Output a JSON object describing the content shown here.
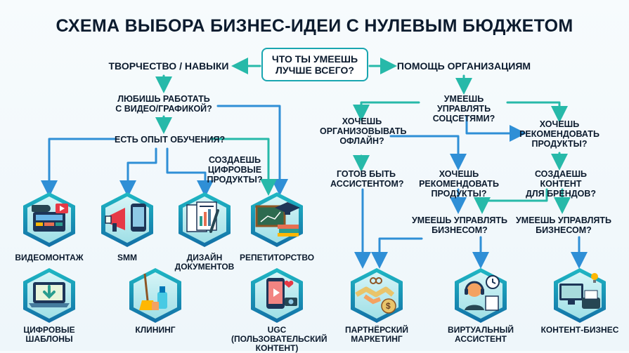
{
  "title": "СХЕМА ВЫБОРА БИЗНЕС-ИДЕИ С НУЛЕВЫМ БЮДЖЕТОМ",
  "center_question": "ЧТО ТЫ УМЕЕШЬ\nЛУЧШЕ ВСЕГО?",
  "left_branch": "ТВОРЧЕСТВО / НАВЫКИ",
  "right_branch": "ПОМОЩЬ ОРГАНИЗАЦИЯМ",
  "left_questions": {
    "video": "ЛЮБИШЬ РАБОТАТЬ\nС ВИДЕО/ГРАФИКОЙ?",
    "teaching": "ЕСТЬ ОПЫТ ОБУЧЕНИЯ?",
    "digital": "СОЗДАЕШЬ\nЦИФРОВЫЕ\nПРОДУКТЫ?"
  },
  "right_questions": {
    "social": "УМЕЕШЬ УПРАВЛЯТЬ\nСОЦСЕТЯМИ?",
    "offline": "ХОЧЕШЬ\nОРГАНИЗОВЫВАТЬ\nОФЛАЙН?",
    "recommend_right": "ХОЧЕШЬ\nРЕКОМЕНДОВАТЬ\nПРОДУКТЫ?",
    "assistant": "ГОТОВ БЫТЬ\nАССИСТЕНТОМ?",
    "recommend_mid": "ХОЧЕШЬ РЕКОМЕНДОВАТЬ\nПРОДУКТЫ?",
    "brand_content": "СОЗДАЕШЬ КОНТЕНТ\nДЛЯ БРЕНДОВ?",
    "manage_mid": "УМЕЕШЬ УПРАВЛЯТЬ\nБИЗНЕСОМ?",
    "manage_right": "УМЕЕШЬ УПРАВЛЯТЬ\nБИЗНЕСОМ?"
  },
  "outcomes": [
    {
      "id": "video-editing",
      "label": "ВИДЕОМОНТАЖ",
      "icon": "video-editing-icon"
    },
    {
      "id": "smm",
      "label": "SMM",
      "icon": "megaphone-phone-icon"
    },
    {
      "id": "doc-design",
      "label": "ДИЗАЙН\nДОКУМЕНТОВ",
      "icon": "document-design-icon"
    },
    {
      "id": "tutoring",
      "label": "РЕПЕТИТОРСТВО",
      "icon": "chalkboard-graduation-icon"
    },
    {
      "id": "digital-templates",
      "label": "ЦИФРОВЫЕ\nШАБЛОНЫ",
      "icon": "download-laptop-icon"
    },
    {
      "id": "cleaning",
      "label": "КЛИНИНГ",
      "icon": "cleaning-supplies-icon"
    },
    {
      "id": "ugc",
      "label": "UGC\n(ПОЛЬЗОВАТЕЛЬСКИЙ\nКОНТЕНТ)",
      "icon": "phone-camera-icon"
    },
    {
      "id": "affiliate",
      "label": "ПАРТНЁРСКИЙ\nМАРКЕТИНГ",
      "icon": "handshake-money-icon"
    },
    {
      "id": "virtual-assistant",
      "label": "ВИРТУАЛЬНЫЙ\nАССИСТЕНТ",
      "icon": "headset-clock-icon"
    },
    {
      "id": "content-business",
      "label": "КОНТЕНТ-БИЗНЕС",
      "icon": "computer-typewriter-icon"
    }
  ],
  "colors": {
    "arrow_teal": "#27b9a9",
    "arrow_blue": "#2f8fd6",
    "hex_frame": "#1fa9b8",
    "text": "#0c1b2e"
  }
}
